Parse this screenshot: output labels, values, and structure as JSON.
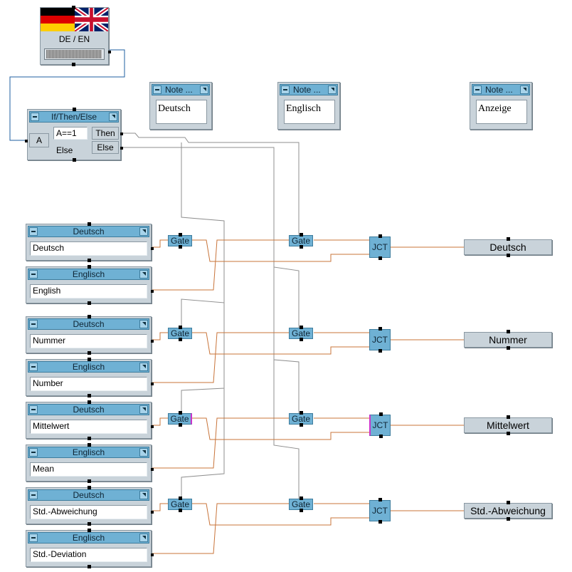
{
  "switch": {
    "label": "DE / EN",
    "flags": [
      "germany-flag-icon",
      "uk-flag-icon"
    ]
  },
  "ifthen": {
    "title": "If/Then/Else",
    "input": "A",
    "condition": "A==1",
    "else_label": "Else",
    "then_out": "Then",
    "else_out": "Else"
  },
  "notes": [
    {
      "title": "Note ...",
      "text": "Deutsch"
    },
    {
      "title": "Note ...",
      "text": "Englisch"
    },
    {
      "title": "Note ...",
      "text": "Anzeige"
    }
  ],
  "text_boxes": [
    {
      "title": "Deutsch",
      "value": "Deutsch"
    },
    {
      "title": "Englisch",
      "value": "English"
    },
    {
      "title": "Deutsch",
      "value": "Nummer"
    },
    {
      "title": "Englisch",
      "value": "Number"
    },
    {
      "title": "Deutsch",
      "value": "Mittelwert"
    },
    {
      "title": "Englisch",
      "value": "Mean"
    },
    {
      "title": "Deutsch",
      "value": "Std.-Abweichung"
    },
    {
      "title": "Englisch",
      "value": "Std.-Deviation"
    }
  ],
  "gate_label": "Gate",
  "jct_label": "JCT",
  "displays": [
    "Deutsch",
    "Nummer",
    "Mittelwert",
    "Std.-Abweichung"
  ],
  "colors": {
    "wire_orange": "#c8743a",
    "wire_gray": "#8f8f8f",
    "wire_blue": "#1f5fa0",
    "title_blue": "#6fb1d4",
    "panel_gray": "#c9d3da"
  }
}
